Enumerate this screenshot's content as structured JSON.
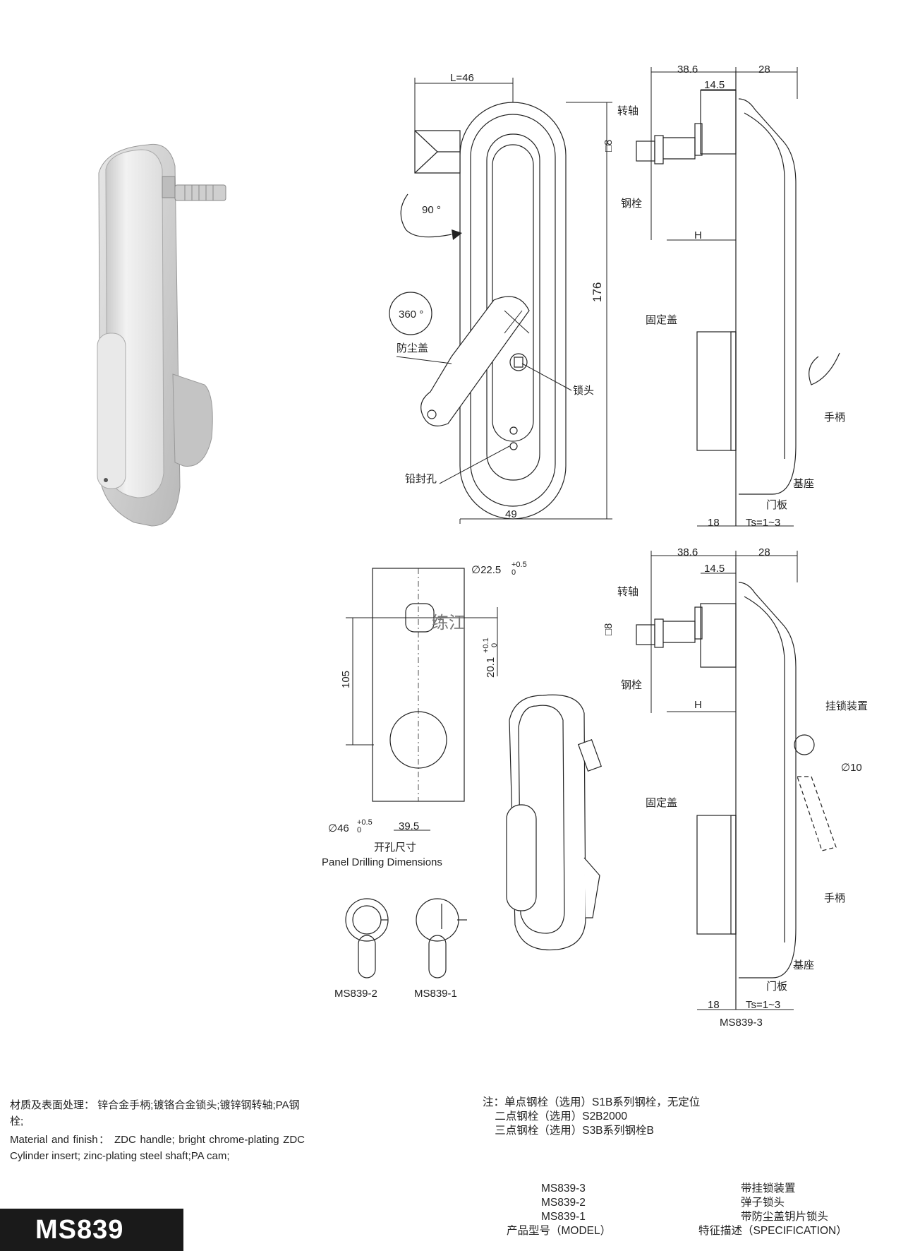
{
  "title": "MS839",
  "dimensions": {
    "L": "L=46",
    "height": "176",
    "width": "49",
    "d386": "38.6",
    "d28": "28",
    "d145": "14.5",
    "H": "H",
    "d18": "18",
    "ts": "Ts=1~3",
    "d225": "∅22.5",
    "d225_tol": "+0.5",
    "d225_tol0": "0",
    "d105": "105",
    "d201": "20.1",
    "d201_tol": "+0.1",
    "d201_tol0": "0",
    "d46": "∅46",
    "d46_tol": "+0.5",
    "d46_tol0": "0",
    "d395": "39.5",
    "d10": "∅10",
    "sq8": "□8",
    "rot90": "90 °",
    "rot360": "360 °"
  },
  "labels": {
    "shaft": "转轴",
    "bolt": "钢栓",
    "cover": "固定盖",
    "dust": "防尘盖",
    "lockhead": "锁头",
    "handle": "手柄",
    "seal": "铅封孔",
    "base": "基座",
    "door": "门板",
    "padlock": "挂锁装置",
    "watermark": "练江",
    "drill_cn": "开孔尺寸",
    "drill_en": "Panel Drilling Dimensions",
    "ms2": "MS839-2",
    "ms1": "MS839-1",
    "ms3": "MS839-3"
  },
  "material": {
    "cn": "材质及表面处理： 锌合金手柄;镀铬合金锁头;镀锌钢转轴;PA钢栓;",
    "en": "Material and finish： ZDC handle; bright chrome-plating ZDC Cylinder insert; zinc-plating steel shaft;PA cam;"
  },
  "notes": [
    "注：单点钢栓（选用）S1B系列钢栓，无定位",
    "    二点钢栓（选用）S2B2000",
    "    三点钢栓（选用）S3B系列钢栓B"
  ],
  "models": [
    {
      "model": "MS839-3",
      "feature": "带挂锁装置"
    },
    {
      "model": "MS839-2",
      "feature": "弹子锁头"
    },
    {
      "model": "MS839-1",
      "feature": "带防尘盖钥片锁头"
    }
  ],
  "models_header": {
    "model": "产品型号（MODEL）",
    "feature": "特征描述（SPECIFICATION）"
  }
}
